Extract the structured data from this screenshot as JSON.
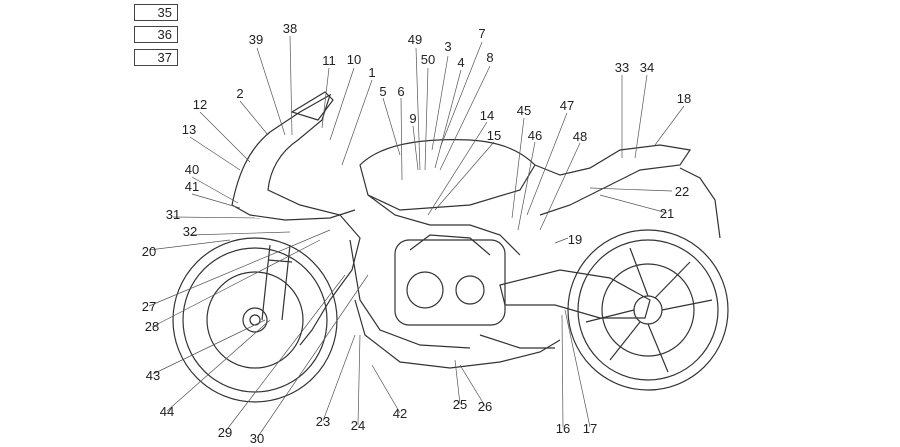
{
  "legend_boxes": [
    {
      "label": "35"
    },
    {
      "label": "36"
    },
    {
      "label": "37"
    }
  ],
  "callouts": [
    {
      "label": "38"
    },
    {
      "label": "39"
    },
    {
      "label": "11"
    },
    {
      "label": "10"
    },
    {
      "label": "1"
    },
    {
      "label": "2"
    },
    {
      "label": "12"
    },
    {
      "label": "13"
    },
    {
      "label": "40"
    },
    {
      "label": "41"
    },
    {
      "label": "31"
    },
    {
      "label": "32"
    },
    {
      "label": "20"
    },
    {
      "label": "27"
    },
    {
      "label": "28"
    },
    {
      "label": "43"
    },
    {
      "label": "44"
    },
    {
      "label": "29"
    },
    {
      "label": "30"
    },
    {
      "label": "23"
    },
    {
      "label": "24"
    },
    {
      "label": "42"
    },
    {
      "label": "25"
    },
    {
      "label": "26"
    },
    {
      "label": "16"
    },
    {
      "label": "17"
    },
    {
      "label": "49"
    },
    {
      "label": "50"
    },
    {
      "label": "3"
    },
    {
      "label": "7"
    },
    {
      "label": "4"
    },
    {
      "label": "8"
    },
    {
      "label": "5"
    },
    {
      "label": "6"
    },
    {
      "label": "9"
    },
    {
      "label": "14"
    },
    {
      "label": "15"
    },
    {
      "label": "45"
    },
    {
      "label": "46"
    },
    {
      "label": "47"
    },
    {
      "label": "48"
    },
    {
      "label": "33"
    },
    {
      "label": "34"
    },
    {
      "label": "18"
    },
    {
      "label": "22"
    },
    {
      "label": "21"
    },
    {
      "label": "19"
    }
  ]
}
